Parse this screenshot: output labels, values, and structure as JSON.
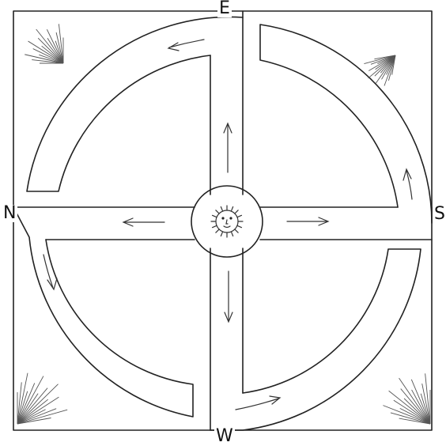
{
  "labels": {
    "east": "E",
    "west": "W",
    "north": "N",
    "south": "S"
  }
}
